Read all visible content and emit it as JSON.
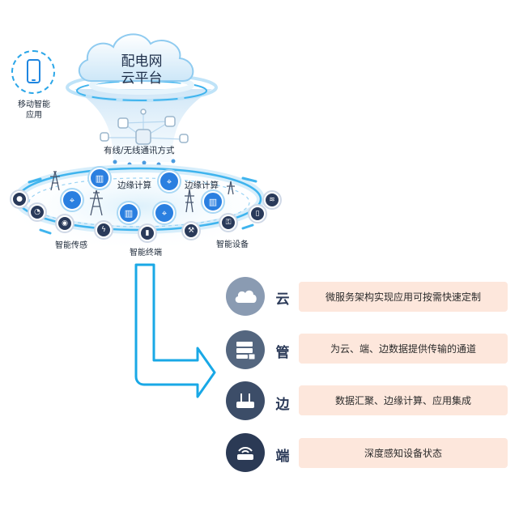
{
  "mobile": {
    "label_line1": "移动智能",
    "label_line2": "应用"
  },
  "cloud": {
    "title_line1": "配电网",
    "title_line2": "云平台"
  },
  "comm_label": "有线/无线通讯方式",
  "edge_labels": [
    "边缘计算",
    "边缘计算"
  ],
  "bottom_labels": {
    "sensing": "智能传感",
    "terminal": "智能终端",
    "device": "智能设备"
  },
  "rows": [
    {
      "key": "云",
      "desc": "微服务架构实现应用可按需快速定制",
      "icon": "cloud-icon",
      "color": "#8a9bb2"
    },
    {
      "key": "管",
      "desc": "为云、端、边数据提供传输的通道",
      "icon": "server-lock-icon",
      "color": "#54667f"
    },
    {
      "key": "边",
      "desc": "数据汇聚、边缘计算、应用集成",
      "icon": "router-icon",
      "color": "#3c4d68"
    },
    {
      "key": "端",
      "desc": "深度感知设备状态",
      "icon": "wireless-router-icon",
      "color": "#2b3a55"
    }
  ],
  "colors": {
    "accent": "#2a7fe0",
    "ring": "#3fb4ee",
    "arrow": "#19a8e6",
    "row_box": "#fde7dc"
  }
}
